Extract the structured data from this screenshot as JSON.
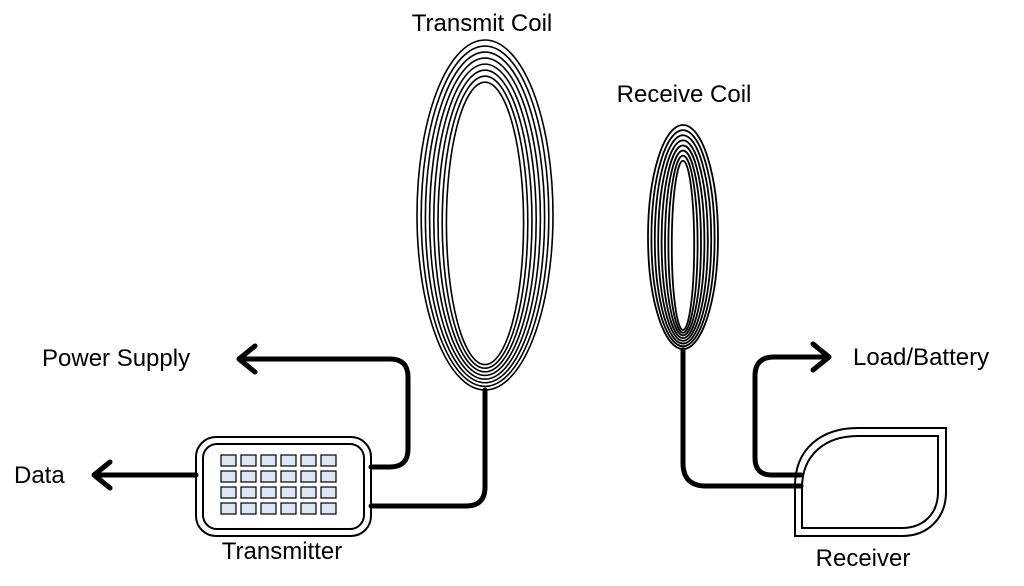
{
  "labels": {
    "transmit_coil": "Transmit Coil",
    "receive_coil": "Receive Coil",
    "power_supply": "Power Supply",
    "data": "Data",
    "transmitter": "Transmitter",
    "load_battery": "Load/Battery",
    "receiver": "Receiver"
  },
  "transmit_coil_turns": 8,
  "receive_coil_turns": 8,
  "transmitter_keypad": {
    "rows": 4,
    "cols": 6,
    "key_color": "#dde7f3"
  }
}
